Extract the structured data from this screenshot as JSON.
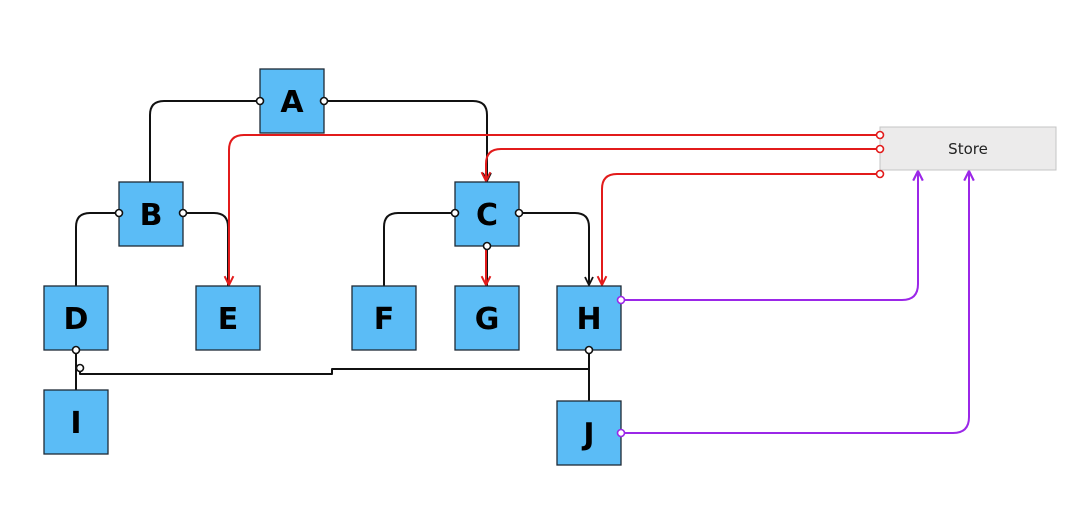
{
  "diagram": {
    "nodes": {
      "a": "A",
      "b": "B",
      "c": "C",
      "d": "D",
      "e": "E",
      "f": "F",
      "g": "G",
      "h": "H",
      "i": "I",
      "j": "J"
    },
    "store": "Store"
  },
  "colors": {
    "node_fill": "#5bbcf6",
    "tree_edge": "#111111",
    "store_edge": "#e21b1b",
    "write_edge": "#9b27e8",
    "store_fill": "#ecebeb"
  }
}
